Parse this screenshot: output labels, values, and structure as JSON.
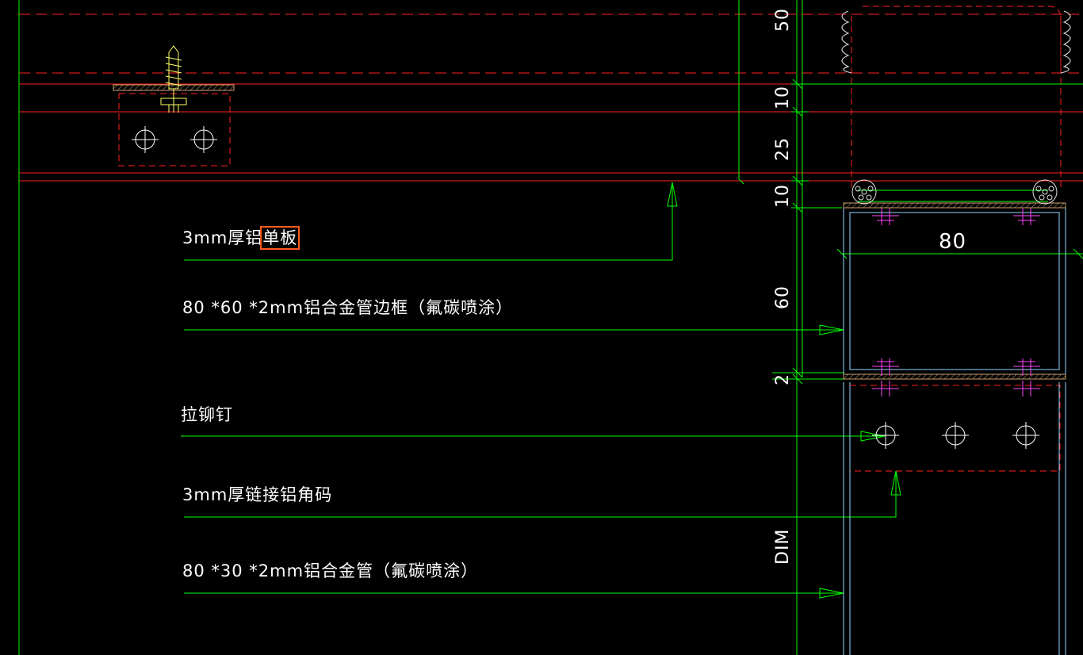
{
  "drawing": {
    "labels": {
      "panel_prefix": "3mm厚铝",
      "panel_highlight": "单板",
      "frame": "80 *60 *2mm铝合金管边框（氟碳喷涂）",
      "rivet": "拉铆钉",
      "bracket": "3mm厚链接铝角码",
      "tube": "80 *30 *2mm铝合金管（氟碳喷涂）"
    },
    "dimensions": {
      "v50": "50",
      "v10a": "10",
      "v25": "25",
      "v10b": "10",
      "v60": "60",
      "v2": "2",
      "dim_text": "DIM",
      "h80": "80"
    },
    "colors": {
      "background": "#000000",
      "guide": "#00ff00",
      "section": "#ff0000",
      "outline": "#8fd8ff",
      "bolt": "#ffff66",
      "fastener": "#ff44ff",
      "highlight": "#ff5a1f",
      "text": "#ffffff"
    }
  }
}
